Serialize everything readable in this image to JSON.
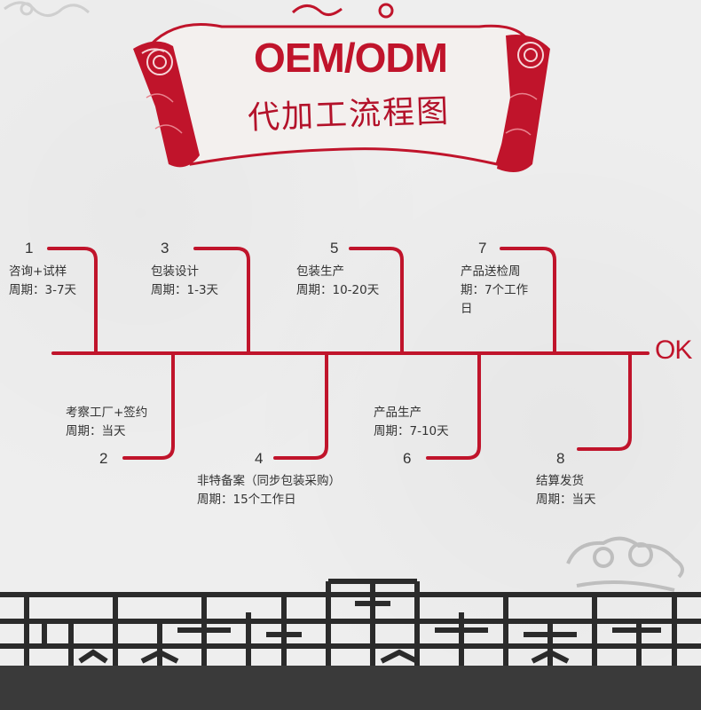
{
  "title": {
    "main": "OEM/ODM",
    "sub": "代加工流程图"
  },
  "end_label": "OK",
  "steps": [
    {
      "num": "1",
      "name": "咨询+试样",
      "period": "周期：3-7天",
      "extra": ""
    },
    {
      "num": "2",
      "name": "考察工厂+签约",
      "period": "周期：当天",
      "extra": ""
    },
    {
      "num": "3",
      "name": "包装设计",
      "period": "周期：1-3天",
      "extra": ""
    },
    {
      "num": "4",
      "name": "非特备案（同步包装采购）",
      "period": "周期：15个工作日",
      "extra": ""
    },
    {
      "num": "5",
      "name": "包装生产",
      "period": "周期：10-20天",
      "extra": ""
    },
    {
      "num": "6",
      "name": "产品生产",
      "period": "周期：7-10天",
      "extra": ""
    },
    {
      "num": "7",
      "name": "产品送检周",
      "period": "期：7个工作",
      "extra": "日"
    },
    {
      "num": "8",
      "name": "结算发货",
      "period": "周期：当天",
      "extra": ""
    }
  ],
  "colors": {
    "accent": "#c0142b",
    "text": "#333333",
    "fence": "#2b2b2b",
    "background": "#eeeeee"
  }
}
